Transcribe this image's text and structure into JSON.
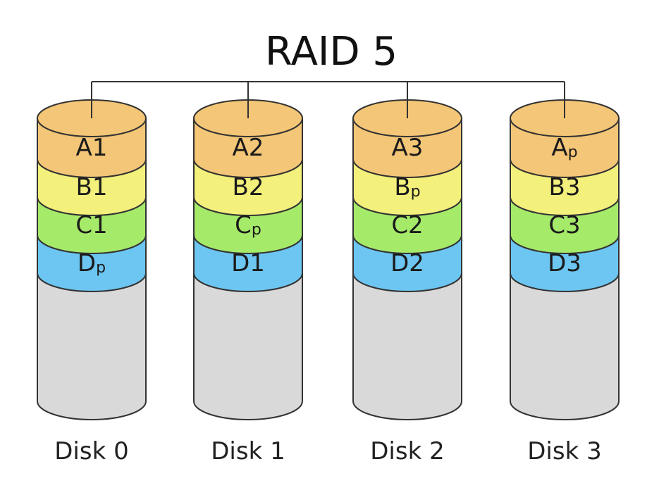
{
  "title": "RAID 5",
  "colors": {
    "A": "#f4c677",
    "B": "#f3f07c",
    "C": "#a6ea6a",
    "D": "#6cc6f1",
    "empty": "#d9d9d9",
    "outline": "#333333"
  },
  "disks": [
    {
      "label": "Disk 0",
      "blocks": [
        {
          "row": "A",
          "base": "A",
          "sub": "",
          "full": "A1"
        },
        {
          "row": "B",
          "base": "B",
          "sub": "",
          "full": "B1"
        },
        {
          "row": "C",
          "base": "C",
          "sub": "",
          "full": "C1"
        },
        {
          "row": "D",
          "base": "D",
          "sub": "p",
          "full": "Dp"
        }
      ]
    },
    {
      "label": "Disk 1",
      "blocks": [
        {
          "row": "A",
          "base": "A",
          "sub": "",
          "full": "A2"
        },
        {
          "row": "B",
          "base": "B",
          "sub": "",
          "full": "B2"
        },
        {
          "row": "C",
          "base": "C",
          "sub": "p",
          "full": "Cp"
        },
        {
          "row": "D",
          "base": "D",
          "sub": "",
          "full": "D1"
        }
      ]
    },
    {
      "label": "Disk 2",
      "blocks": [
        {
          "row": "A",
          "base": "A",
          "sub": "",
          "full": "A3"
        },
        {
          "row": "B",
          "base": "B",
          "sub": "p",
          "full": "Bp"
        },
        {
          "row": "C",
          "base": "C",
          "sub": "",
          "full": "C2"
        },
        {
          "row": "D",
          "base": "D",
          "sub": "",
          "full": "D2"
        }
      ]
    },
    {
      "label": "Disk 3",
      "blocks": [
        {
          "row": "A",
          "base": "A",
          "sub": "p",
          "full": "Ap"
        },
        {
          "row": "B",
          "base": "B",
          "sub": "",
          "full": "B3"
        },
        {
          "row": "C",
          "base": "C",
          "sub": "",
          "full": "C3"
        },
        {
          "row": "D",
          "base": "D",
          "sub": "",
          "full": "D3"
        }
      ]
    }
  ]
}
